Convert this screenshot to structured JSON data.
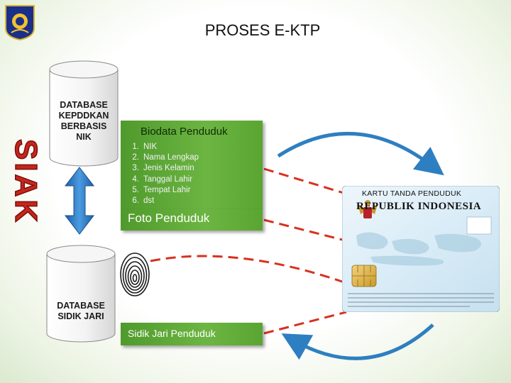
{
  "title": "PROSES E-KTP",
  "siak_text": "SIAK",
  "db_top": {
    "lines": [
      "DATABASE",
      "KEPDDKAN",
      "BERBASIS",
      "NIK"
    ]
  },
  "db_bottom": {
    "lines": [
      "DATABASE",
      "SIDIK JARI"
    ]
  },
  "biodata": {
    "title": "Biodata Penduduk",
    "items": [
      {
        "num": "1.",
        "label": "NIK"
      },
      {
        "num": "2.",
        "label": "Nama Lengkap"
      },
      {
        "num": "3.",
        "label": "Jenis Kelamin"
      },
      {
        "num": "4.",
        "label": "Tanggal Lahir"
      },
      {
        "num": "5.",
        "label": "Tempat Lahir"
      },
      {
        "num": "6.",
        "label": "dst"
      }
    ]
  },
  "foto_label": "Foto Penduduk",
  "sidik_label": "Sidik Jari Penduduk",
  "ktp": {
    "title": "KARTU TANDA PENDUDUK",
    "subtitle": "REPUBLIK INDONESIA"
  },
  "colors": {
    "panel_green": "#5aa532",
    "arrow_blue": "#2e7fc1",
    "dash_red": "#d9301f",
    "siak_red": "#c8251c"
  }
}
